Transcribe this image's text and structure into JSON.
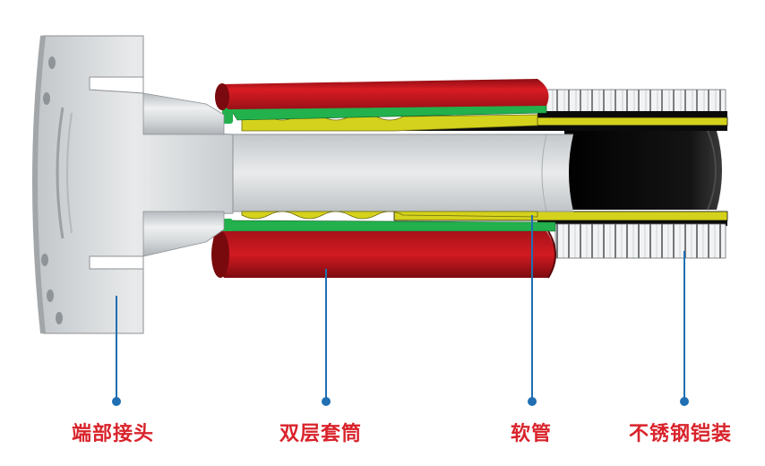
{
  "callouts": [
    {
      "id": "end-fitting",
      "label": "端部接头"
    },
    {
      "id": "double-sleeve",
      "label": "双层套筒"
    },
    {
      "id": "hose",
      "label": "软管"
    },
    {
      "id": "stainless-armor",
      "label": "不锈钢铠装"
    }
  ],
  "colors": {
    "label": "#d9232b",
    "leader": "#1f6fb2",
    "sleeve_red": "#c8161d",
    "liner_green": "#22b14c",
    "liner_yellow": "#d4d21c",
    "hose_black": "#0a0a0a",
    "metal": "#cfd3d6"
  }
}
